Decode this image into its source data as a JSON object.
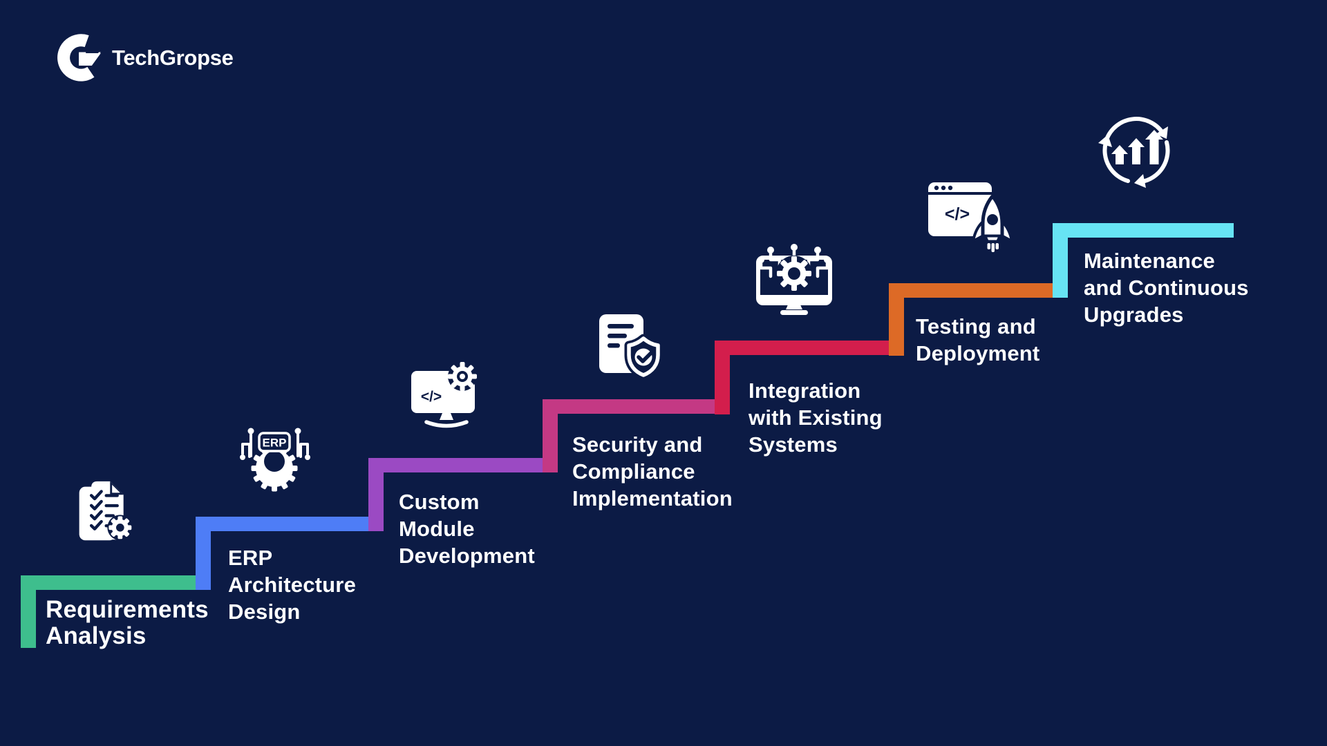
{
  "brand": {
    "logo_text": "TechGropse"
  },
  "colors": {
    "background": "#0C1B45",
    "text": "#FFFFFF",
    "step_green": "#3EBE8D",
    "step_blue": "#4E7DF6",
    "step_purple": "#9B4AC3",
    "step_pink": "#C43984",
    "step_red": "#D31E4C",
    "step_orange": "#DD6A26",
    "step_cyan": "#67E4F4"
  },
  "steps": [
    {
      "label": "Requirements\nAnalysis",
      "color": "#3EBE8D",
      "icon": "checklist-gear-icon"
    },
    {
      "label": "ERP\nArchitecture\nDesign",
      "color": "#4E7DF6",
      "icon": "erp-gear-circuit-icon",
      "icon_label": "ERP"
    },
    {
      "label": "Custom\nModule\nDevelopment",
      "color": "#9B4AC3",
      "icon": "monitor-code-gear-icon",
      "icon_glyph": "</>"
    },
    {
      "label": "Security and\nCompliance\nImplementation",
      "color": "#C43984",
      "icon": "document-shield-check-icon"
    },
    {
      "label": "Integration\nwith Existing\nSystems",
      "color": "#D31E4C",
      "icon": "monitor-gear-network-icon"
    },
    {
      "label": "Testing and\nDeployment",
      "color": "#DD6A26",
      "icon": "browser-code-rocket-icon",
      "icon_glyph": "</>"
    },
    {
      "label": "Maintenance\nand Continuous\nUpgrades",
      "color": "#67E4F4",
      "icon": "cycle-growth-arrows-icon"
    }
  ]
}
